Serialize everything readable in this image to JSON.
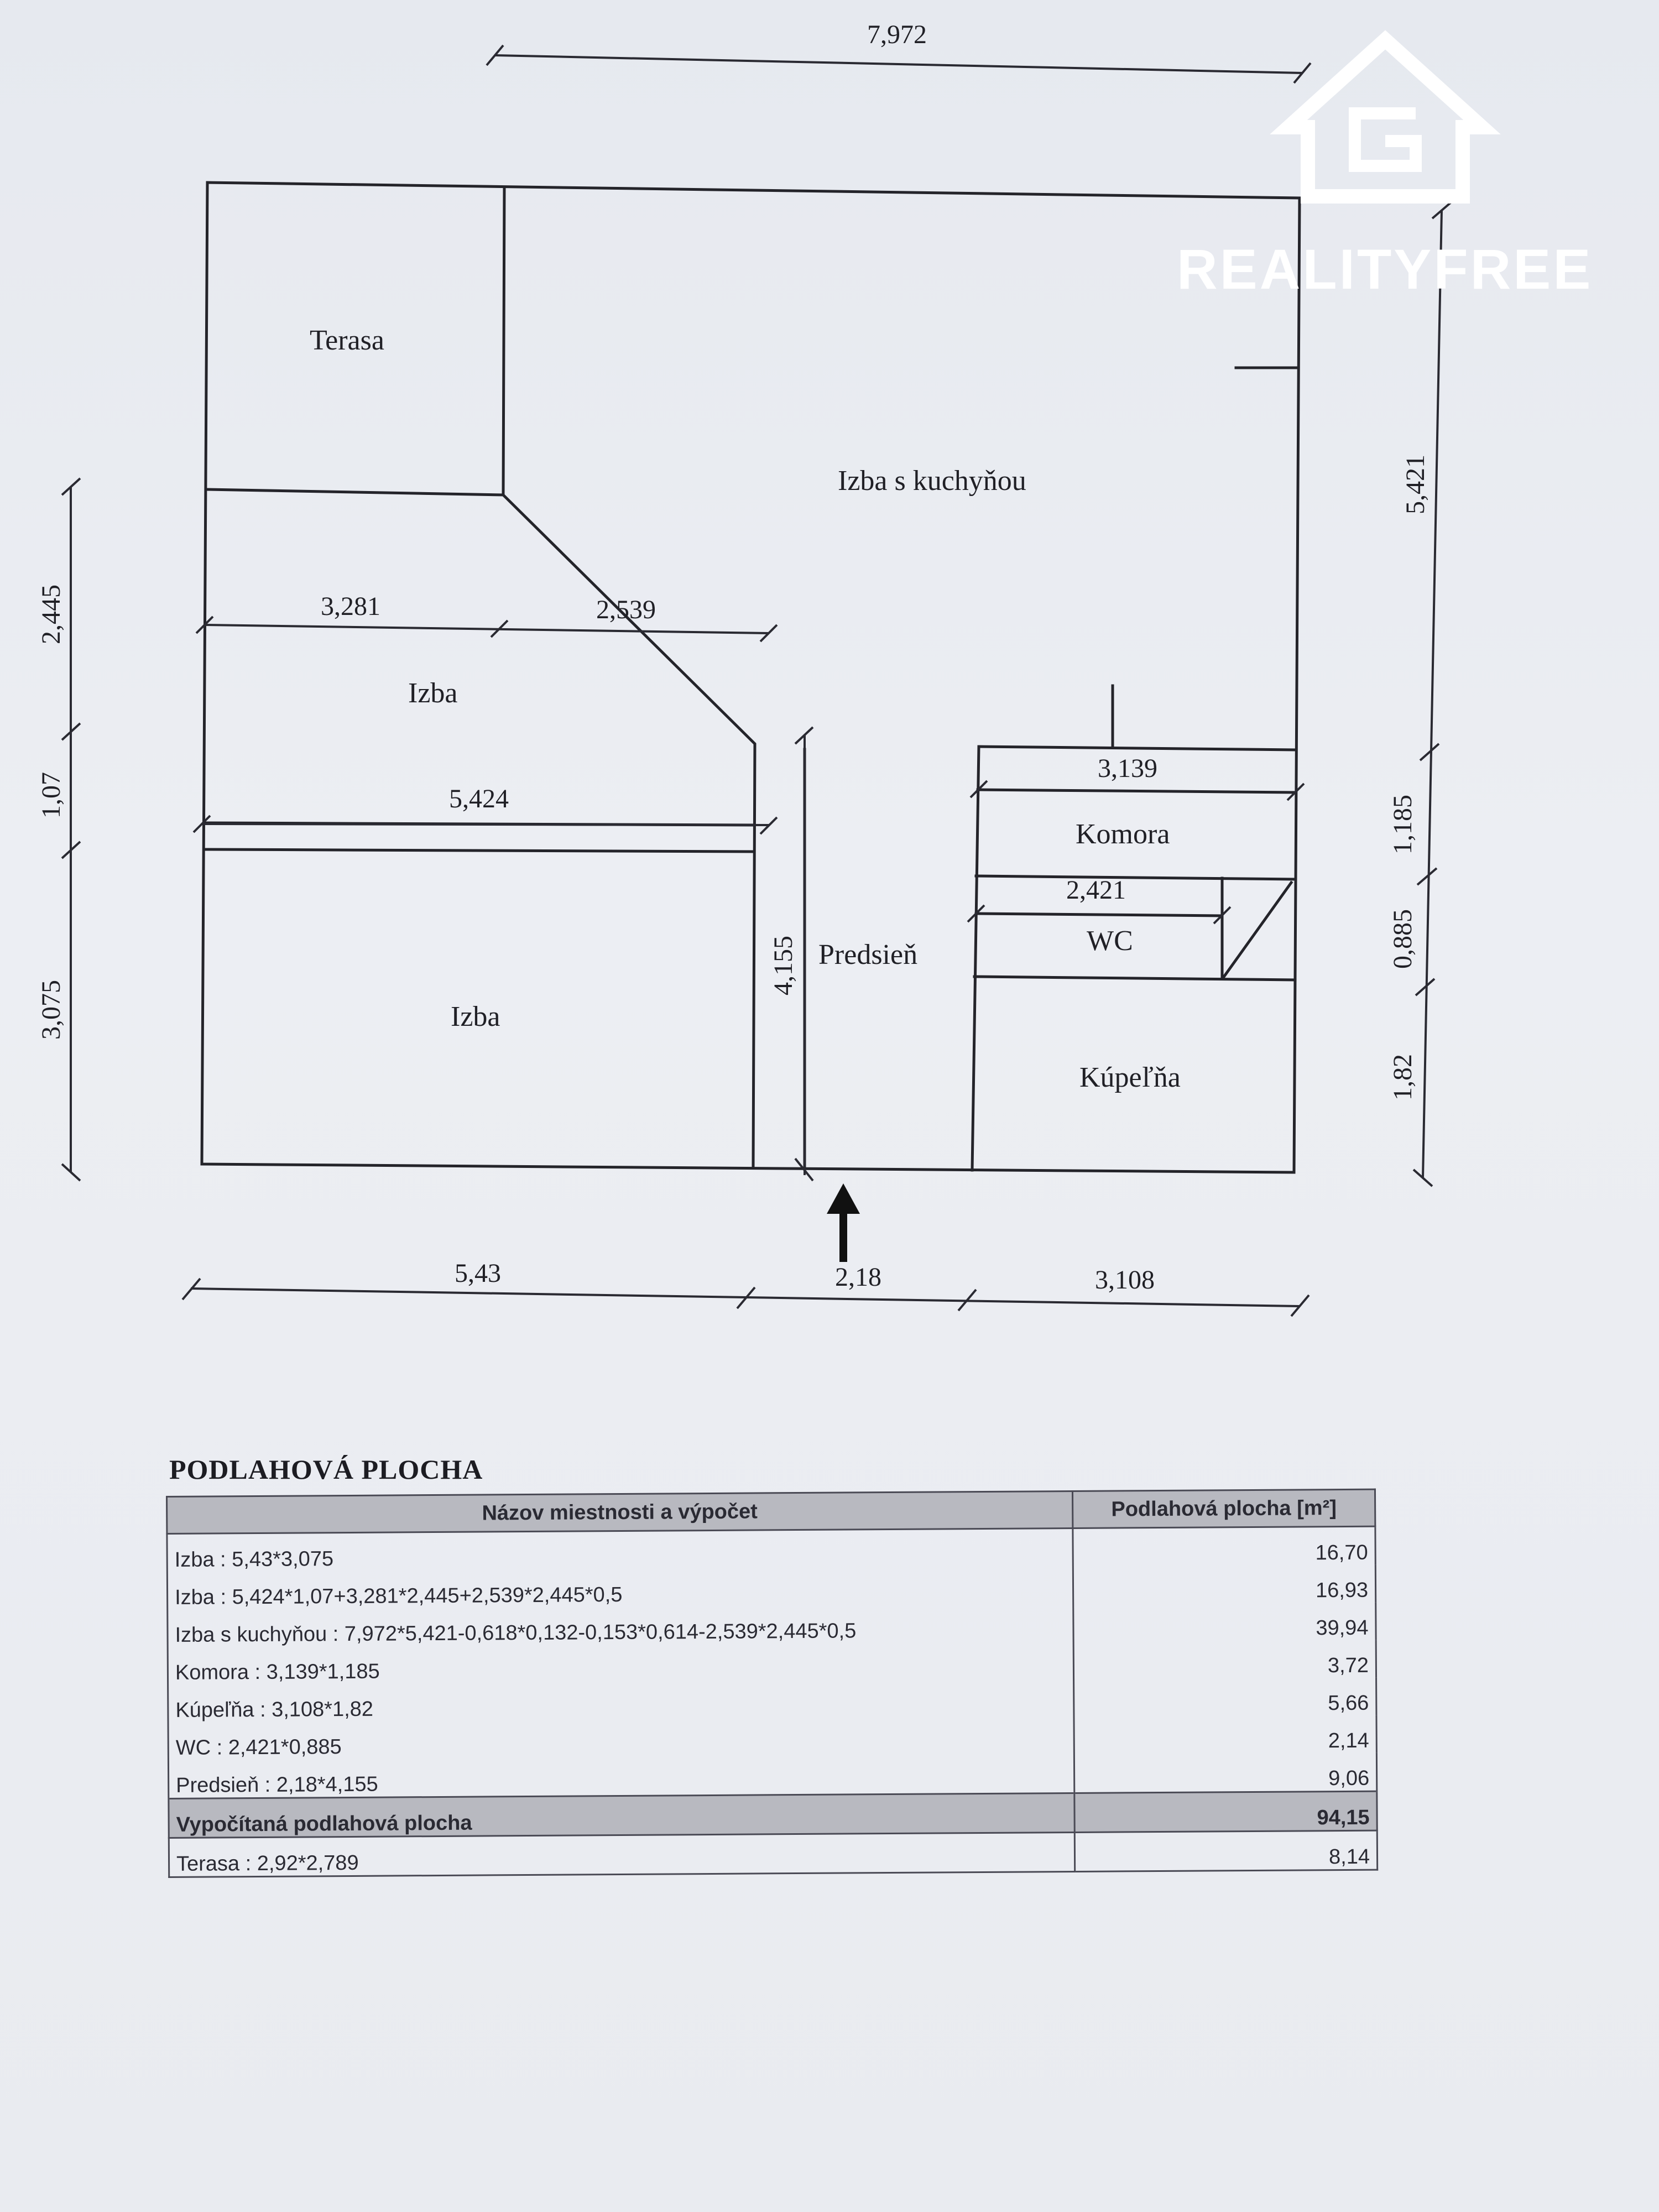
{
  "plan": {
    "rooms": {
      "terasa": "Terasa",
      "izba_kuchyna": "Izba s kuchyňou",
      "izba_top": "Izba",
      "izba_bottom": "Izba",
      "komora": "Komora",
      "wc": "WC",
      "kupelna": "Kúpeľňa",
      "predsien": "Predsieň"
    },
    "dimensions": {
      "top_width": "7,972",
      "right_upper": "5,421",
      "right_komora": "1,185",
      "right_wc": "0,885",
      "right_kupelna": "1,82",
      "left_upper": "2,445",
      "left_middle": "1,07",
      "left_lower": "3,075",
      "izba_width_a": "3,281",
      "izba_width_b": "2,539",
      "izba_width_c": "5,424",
      "komora_width": "3,139",
      "wc_width": "2,421",
      "predsien_height": "4,155",
      "bottom_left": "5,43",
      "bottom_middle": "2,18",
      "bottom_right": "3,108"
    }
  },
  "logo": {
    "text": "REALITYFREE",
    "color": "#ffffff"
  },
  "table": {
    "title": "PODLAHOVÁ PLOCHA",
    "headers": [
      "Názov miestnosti a výpočet",
      "Podlahová plocha [m²]"
    ],
    "rows": [
      {
        "name": "Izba : 5,43*3,075",
        "area": "16,70"
      },
      {
        "name": "Izba : 5,424*1,07+3,281*2,445+2,539*2,445*0,5",
        "area": "16,93"
      },
      {
        "name": "Izba s kuchyňou : 7,972*5,421-0,618*0,132-0,153*0,614-2,539*2,445*0,5",
        "area": "39,94"
      },
      {
        "name": "Komora : 3,139*1,185",
        "area": "3,72"
      },
      {
        "name": "Kúpeľňa : 3,108*1,82",
        "area": "5,66"
      },
      {
        "name": "WC : 2,421*0,885",
        "area": "2,14"
      },
      {
        "name": "Predsieň : 2,18*4,155",
        "area": "9,06"
      }
    ],
    "sum": {
      "name": "Vypočítaná podlahová plocha",
      "area": "94,15"
    },
    "extra": {
      "name": "Terasa : 2,92*2,789",
      "area": "8,14"
    }
  }
}
